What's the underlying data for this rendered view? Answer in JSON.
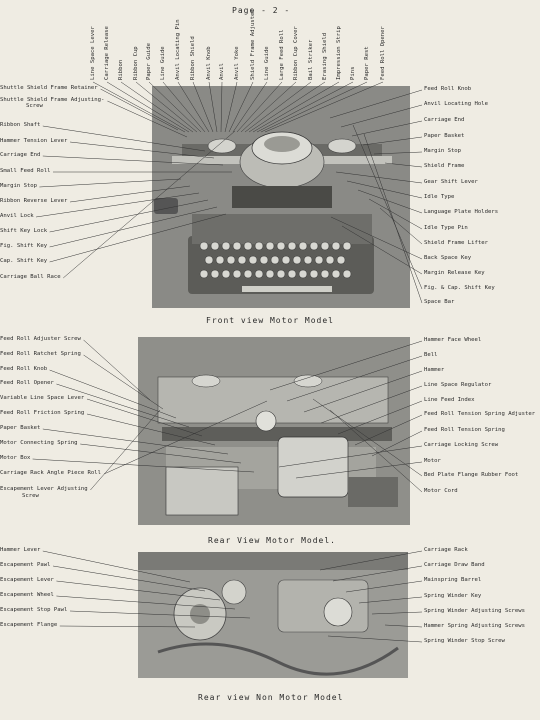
{
  "page_label": "Page - 2 -",
  "front": {
    "top_labels": [
      "Line Space Lever",
      "Carriage Release",
      "Ribbon",
      "Ribbon Cup",
      "Paper Guide",
      "Line Guide",
      "Anvil Locating Pin",
      "Ribbon Shield",
      "Anvil Knob",
      "Anvil",
      "Anvil Yoke",
      "Shield Frame Adjuster",
      "Line Guide",
      "Large Feed Roll",
      "Ribbon Cup Cover",
      "Bail Striker",
      "Erasing Shield",
      "Impression Strip",
      "Pins",
      "Paper Rest",
      "Feed Roll Opener"
    ],
    "left_labels": [
      "Shuttle Shield Frame Retainer",
      "Shuttle Shield Frame Adjusting-",
      "Screw",
      "Ribbon Shaft",
      "Hammer Tension Lever",
      "Carriage End",
      "Small Feed Roll",
      "Margin Stop",
      "Ribbon Reverse Lever",
      "Anvil Lock",
      "Shift Key Lock",
      "Fig. Shift Key",
      "Cap. Shift Key",
      "Carriage Ball Race"
    ],
    "right_labels": [
      "Feed Roll Knob",
      "Anvil Locating Hole",
      "Carriage End",
      "Paper Basket",
      "Margin Stop",
      "Shield Frame",
      "Gear Shift Lever",
      "Idle Type",
      "Language Plate Holders",
      "Idle Type Pin",
      "Shield Frame Lifter",
      "Back Space Key",
      "Margin Release Key",
      "Fig. & Cap. Shift Key",
      "Space Bar"
    ],
    "caption": "Front view Motor Model"
  },
  "rear_motor": {
    "left_labels": [
      "Feed Roll Adjuster Screw",
      "Feed Roll Ratchet Spring",
      "Feed Roll Knob",
      "Feed Roll Opener",
      "Variable Line Space Lever",
      "Feed Roll Friction Spring",
      "Paper Basket",
      "Motor Connecting Spring",
      "Motor Box",
      "Carriage Rack Angle Piece Roll",
      "Escapement Lever Adjusting",
      "Screw"
    ],
    "right_labels": [
      "Hammer Face Wheel",
      "Bell",
      "Hammer",
      "Line Space Regulator",
      "Line Feed Index",
      "Feed Roll Tension Spring Adjuster",
      "Feed Roll Tension Spring",
      "Carriage Locking Screw",
      "Motor",
      "Bed Plate Flange Rubber Foot",
      "Motor Cord"
    ],
    "caption": "Rear View Motor Model."
  },
  "rear_nonmotor": {
    "left_labels": [
      "Hammer Lever",
      "Escapement Pawl",
      "Escapement Lever",
      "Escapement Wheel",
      "Escapement Stop Pawl",
      "Escapement Flange"
    ],
    "right_labels": [
      "Carriage Rack",
      "Carriage Draw Band",
      "Mainspring Barrel",
      "Spring Winder Key",
      "Spring Winder Adjusting Screws",
      "Hammer Spring Adjusting Screws",
      "Spring Winder Stop Screw"
    ],
    "caption": "Rear view Non Motor Model"
  }
}
